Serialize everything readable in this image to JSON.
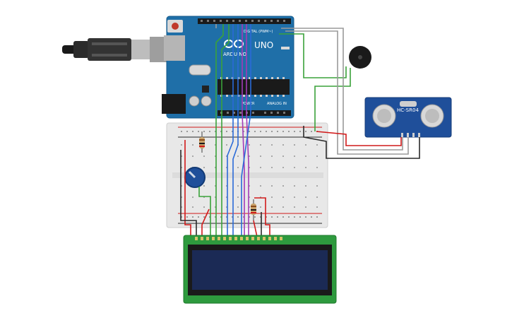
{
  "arduino": {
    "brand": "ARDUINO",
    "model": "UNO",
    "digital_label": "DIGITAL (PWM~)",
    "power_label": "POWER",
    "analog_label": "ANALOG IN",
    "color": "#1f6fa8"
  },
  "sensor": {
    "label": "HC-SR04",
    "color": "#1f4f9a"
  },
  "breadboard": {
    "color": "#e8e8e8"
  },
  "lcd": {
    "pcb_color": "#2e9a3e",
    "screen_color": "#1b2a55"
  },
  "colors": {
    "wire_green": "#3aa23a",
    "wire_red": "#d11a1a",
    "wire_black": "#2a2a2a",
    "wire_gray": "#9a9a9a",
    "wire_purple": "#a23ab8",
    "wire_blue": "#2a6ad8",
    "buzzer": "#1a1a1a"
  }
}
